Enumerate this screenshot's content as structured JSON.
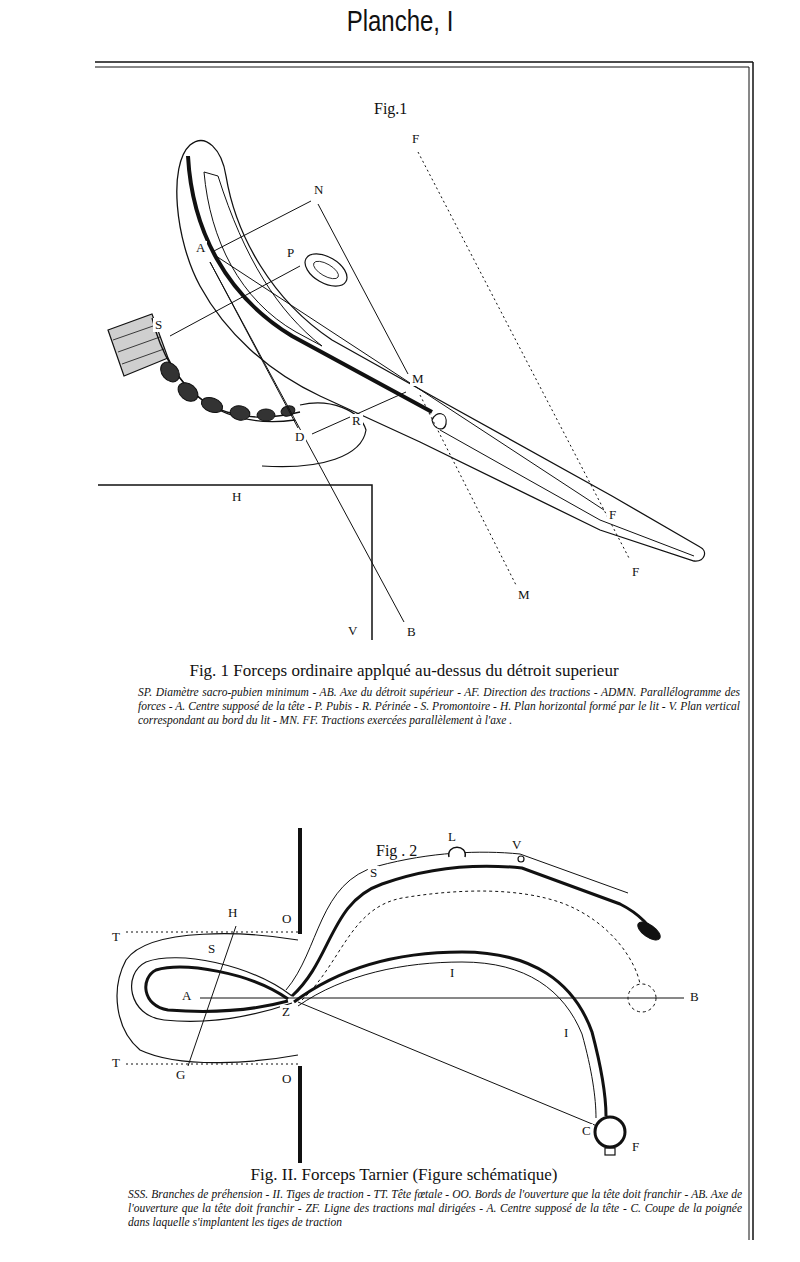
{
  "diagram": {
    "title": "Planche, I",
    "labels": [
      "Fig.1",
      "F",
      "N",
      "A",
      "P",
      "S",
      "M",
      "D",
      "R",
      "H",
      "F",
      "F",
      "V",
      "B",
      "M",
      "Fig. 1 Forceps ordinaire applqué au-dessus du détroit superieur",
      "SP. Diamètre sacro-pubien minimum - AB. Axe du détroit supérieur - AF. Direction des tractions - ADMN. Parallélogramme des forces - A. Centre supposé de la tête - P. Pubis - R. Périnée - S. Promontoire - H. Plan horizontal formé par le lit - V. Plan vertical correspondant au bord du lit - MN. FF. Tractions exercées parallèlement à l'axe .",
      "Fig . 2",
      "L",
      "V",
      "S",
      "H",
      "O",
      "T",
      "S",
      "A",
      "Z",
      "I",
      "B",
      "I",
      "T",
      "G",
      "O",
      "C",
      "F",
      "Fig. II. Forceps Tarnier (Figure schématique)",
      "SSS. Branches de préhension - II. Tiges de traction - TT. Tête fœtale - OO. Bords de l'ouverture que la tête doit franchir - AB. Axe de l'ouverture que la tête doit franchir - ZF. Ligne des tractions mal dirigées - A. Centre supposé de la tête - C. Coupe de la poignée dans laquelle s'implantent les tiges de traction"
    ]
  }
}
